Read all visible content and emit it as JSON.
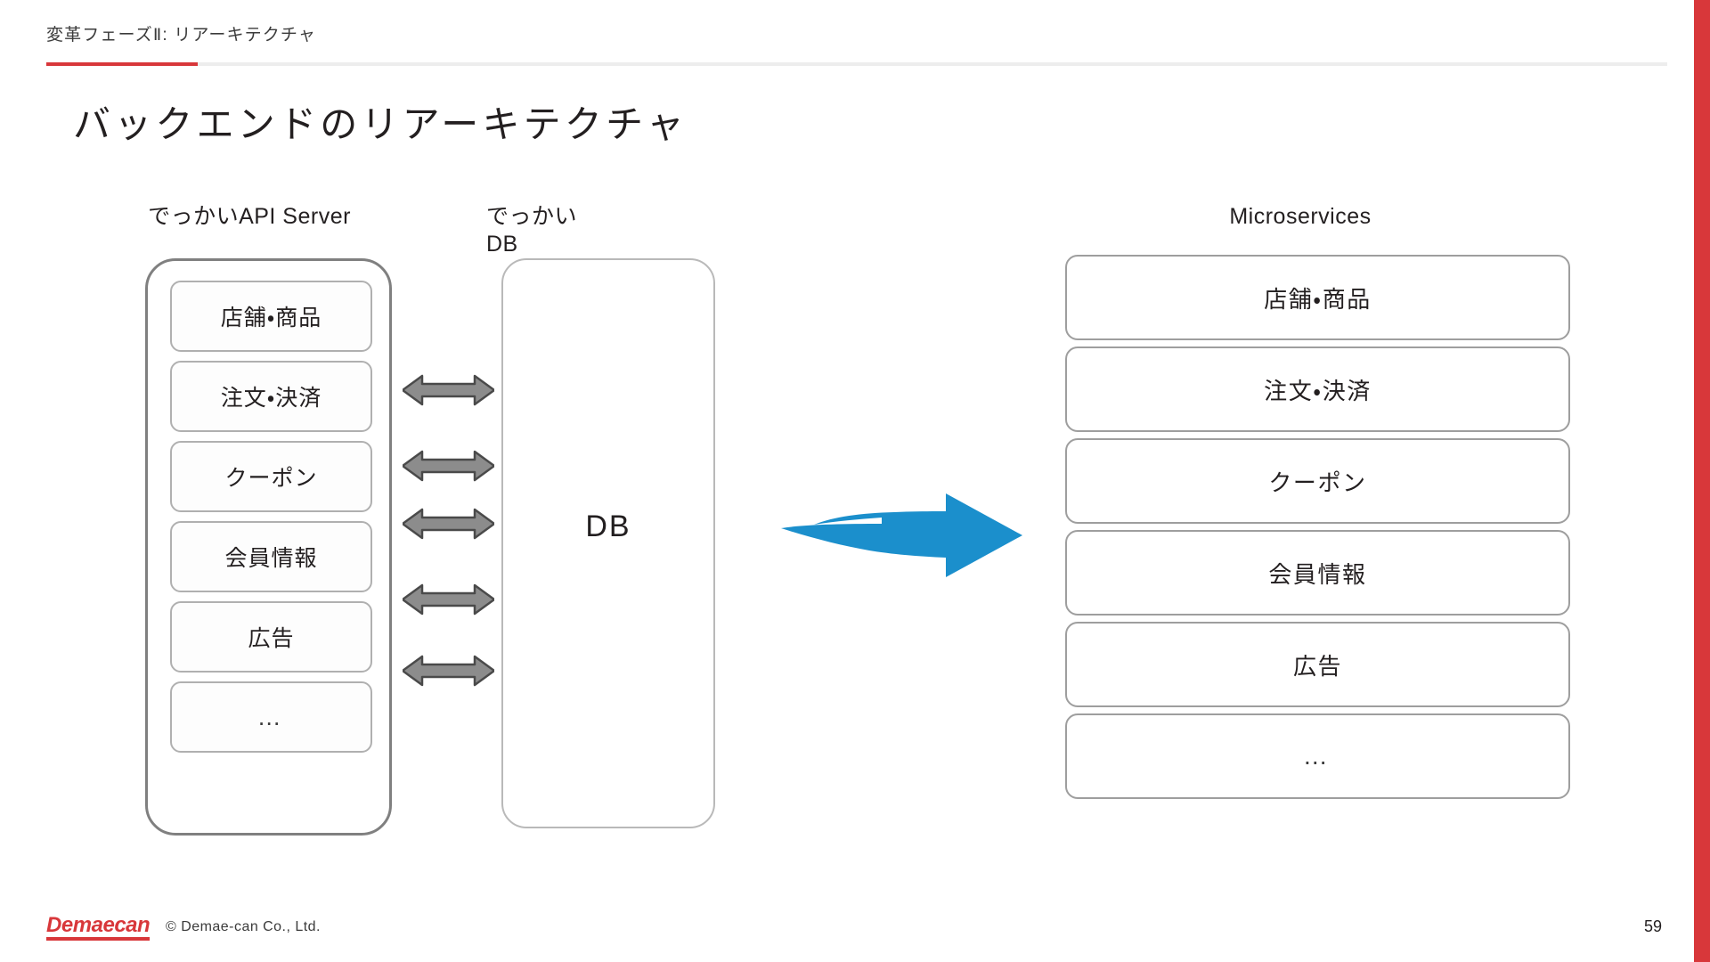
{
  "header": {
    "kicker": "変革フェーズⅡ: リアーキテクチャ",
    "accent_color": "#d8373a"
  },
  "title": "バックエンドのリアーキテクチャ",
  "diagram": {
    "left_column": {
      "caption": "でっかいAPI Server",
      "items": [
        "店舗・商品",
        "注文・決済",
        "クーポン",
        "会員情報",
        "広告",
        "…"
      ]
    },
    "center_column": {
      "caption_line1": "でっかい",
      "caption_line2": "DB",
      "label": "DB",
      "connector_count": 5,
      "connector_type": "bidirectional-arrow",
      "connector_color": "#8c8c8c"
    },
    "transition": {
      "icon": "blue-arrow-right",
      "color": "#1b8fcc"
    },
    "right_column": {
      "caption": "Microservices",
      "items": [
        "店舗・商品",
        "注文・決済",
        "クーポン",
        "会員情報",
        "広告",
        "…"
      ]
    }
  },
  "footer": {
    "logo": "Demaecan",
    "copyright": "© Demae-can Co., Ltd.",
    "page_number": "59"
  }
}
